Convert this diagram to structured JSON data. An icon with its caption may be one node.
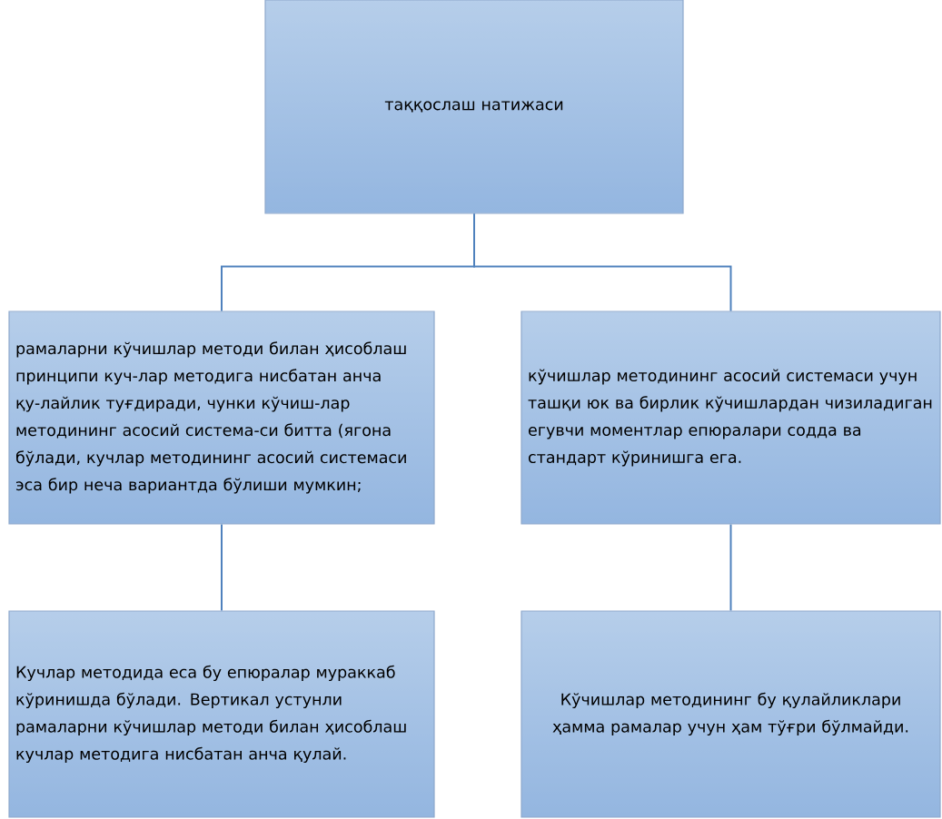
{
  "diagram": {
    "nodes": [
      {
        "text": [
          "таққослаш натижаси"
        ]
      },
      {
        "text": [
          "рамаларни кўчишлар методи билан ҳисоблаш принципи куч-лар методига нисбатан анча қу-лайлик туғдиради, чунки кўчиш-лар методининг асосий система-си битта (ягона бўлади, кучлар методининг асосий системаси эса бир неча вариантда бўлиши мумкин;"
        ]
      },
      {
        "text": [
          "кўчишлар методининг асосий системаси учун ташқи юк ва бирлик кўчишлардан чизиладиган егувчи моментлар епюралари содда ва стандарт кўринишга ега."
        ]
      },
      {
        "text": [
          "Кучлар методида еса бу епюралар мураккаб кўринишда бўлади. Вертикал устунли рамаларни кўчишлар методи билан ҳисоблаш кучлар методига нисбатан анча қулай."
        ]
      },
      {
        "text": [
          "Кўчишлар методининг бу қулайликлари ҳамма рамалар учун ҳам тўғри бўлмайди."
        ]
      }
    ],
    "edges": [
      {
        "from": 0,
        "to": 1,
        "arrow": "none"
      },
      {
        "from": 0,
        "to": 2,
        "arrow": "none"
      },
      {
        "from": 1,
        "to": 3,
        "arrow": "none"
      },
      {
        "from": 2,
        "to": 4,
        "arrow": "none"
      }
    ]
  }
}
